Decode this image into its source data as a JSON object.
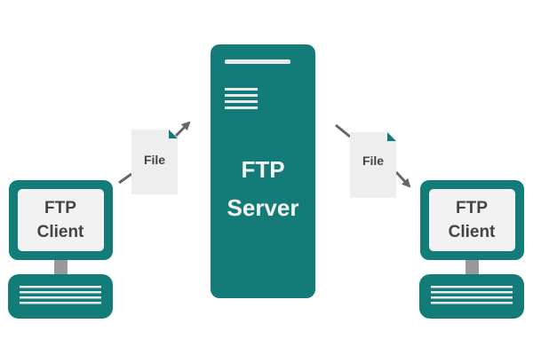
{
  "diagram": {
    "server": {
      "line1": "FTP",
      "line2": "Server"
    },
    "client_left": {
      "line1": "FTP",
      "line2": "Client"
    },
    "client_right": {
      "line1": "FTP",
      "line2": "Client"
    },
    "file_left": {
      "label": "File"
    },
    "file_right": {
      "label": "File"
    }
  },
  "colors": {
    "teal": "#137c78",
    "screen": "#f2f2f2",
    "text": "#444444",
    "stand": "#999999",
    "file_bg": "#eeeeee",
    "arrow": "#666666"
  }
}
